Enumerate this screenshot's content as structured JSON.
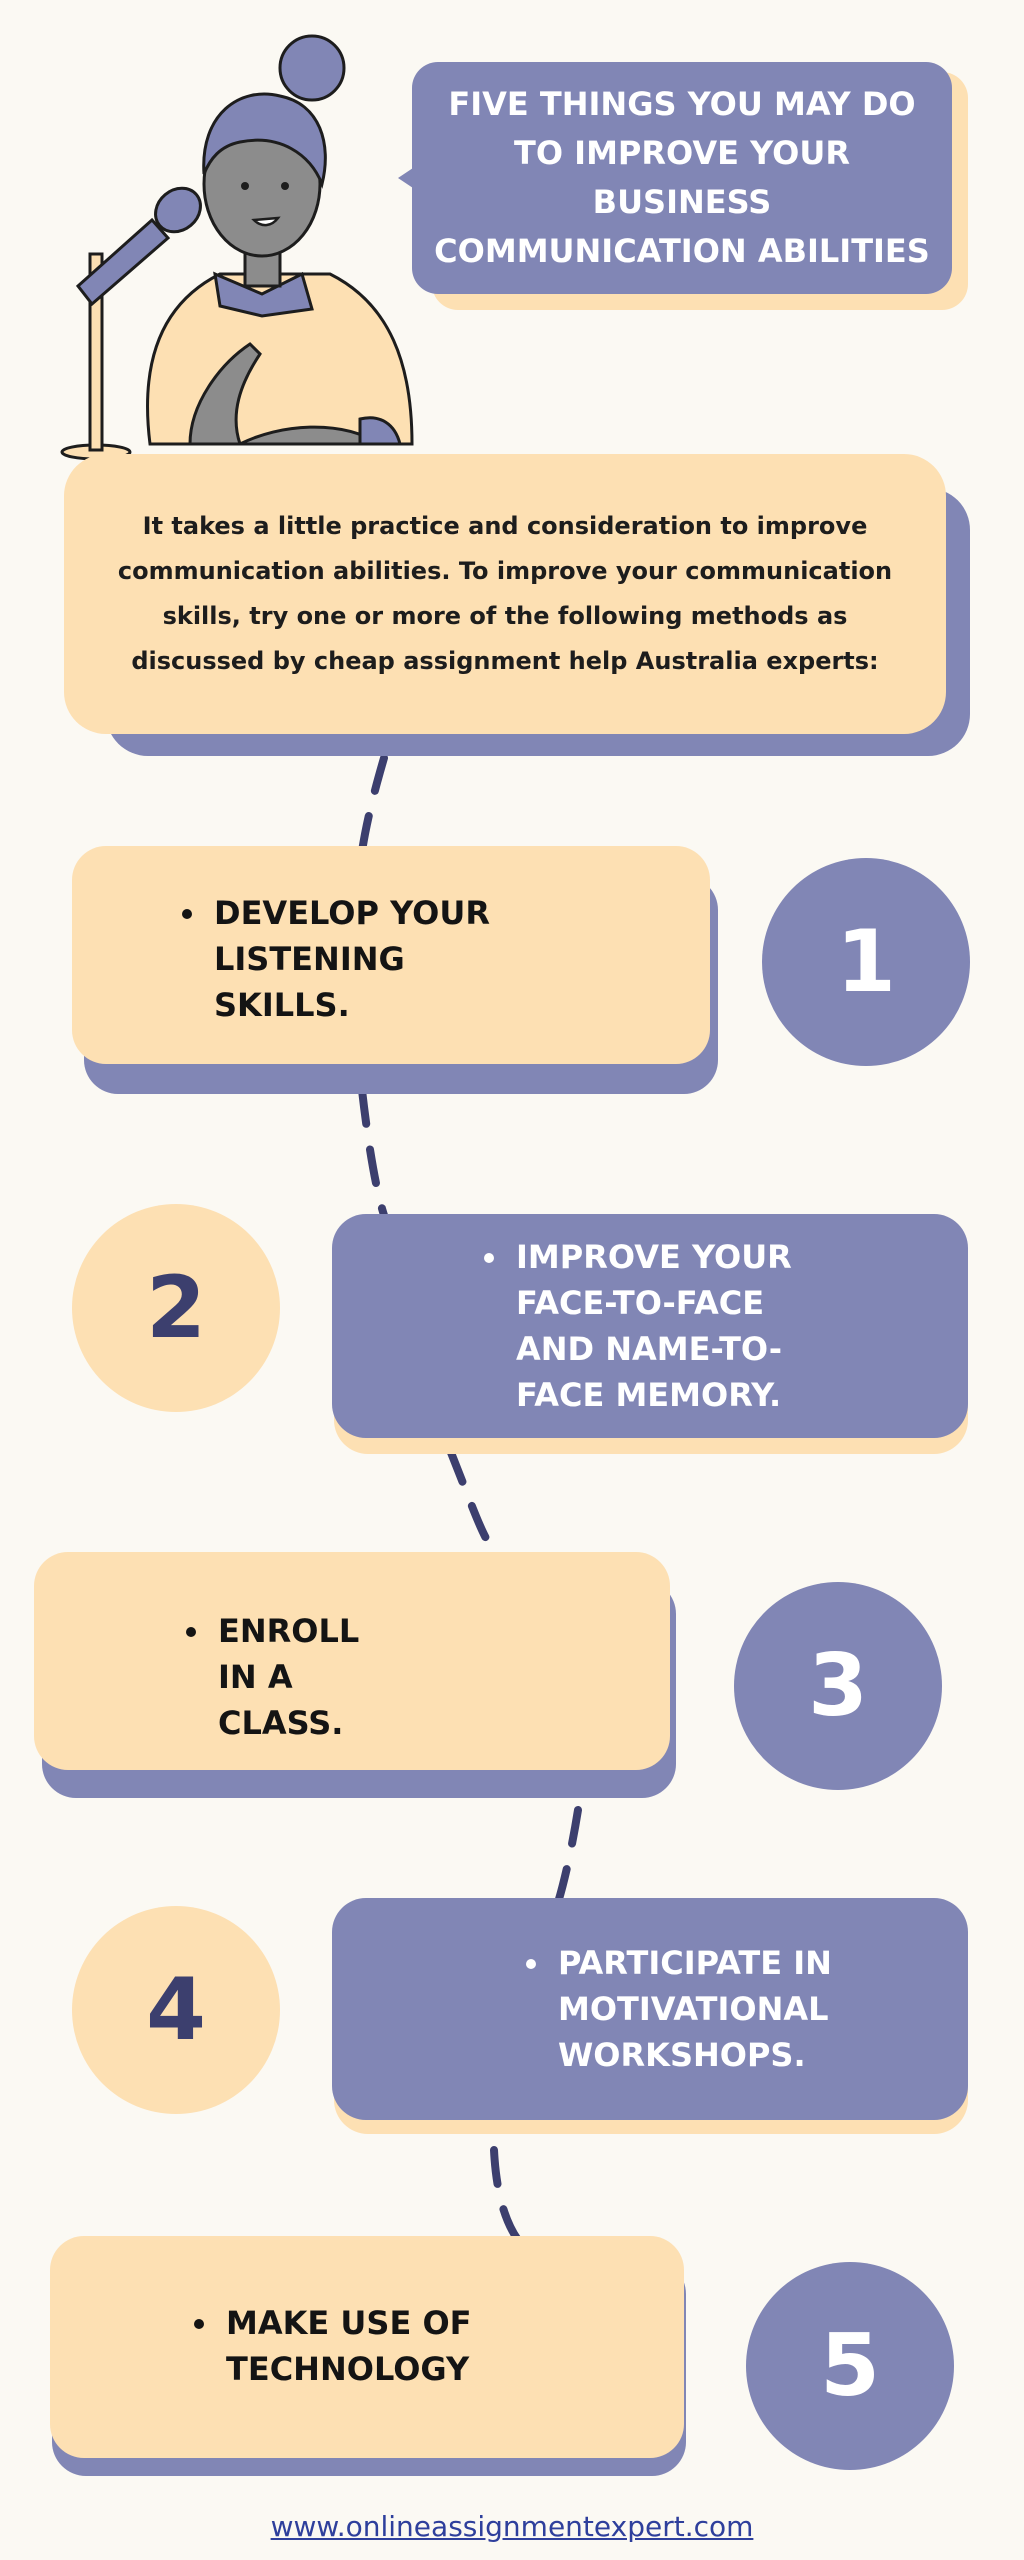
{
  "title": "FIVE THINGS YOU MAY DO\nTO IMPROVE YOUR\nBUSINESS\nCOMMUNICATION ABILITIES",
  "intro": "It takes a little practice and consideration to improve communication abilities. To improve your communication skills, try one or more of the following methods as discussed by cheap assignment help Australia experts:",
  "steps": [
    {
      "number": "1",
      "text": "DEVELOP YOUR\nLISTENING\nSKILLS."
    },
    {
      "number": "2",
      "text": "IMPROVE YOUR\nFACE-TO-FACE\nAND NAME-TO-\nFACE MEMORY."
    },
    {
      "number": "3",
      "text": "ENROLL\nIN A\nCLASS."
    },
    {
      "number": "4",
      "text": "PARTICIPATE IN\nMOTIVATIONAL\nWORKSHOPS."
    },
    {
      "number": "5",
      "text": "MAKE USE OF\nTECHNOLOGY"
    }
  ],
  "footer": {
    "url": "www.onlineassignmentexpert.com"
  },
  "colors": {
    "purple": "#8186b5",
    "peach": "#fde0b3",
    "background": "#fbf9f3",
    "dash": "#3c3f6e"
  }
}
